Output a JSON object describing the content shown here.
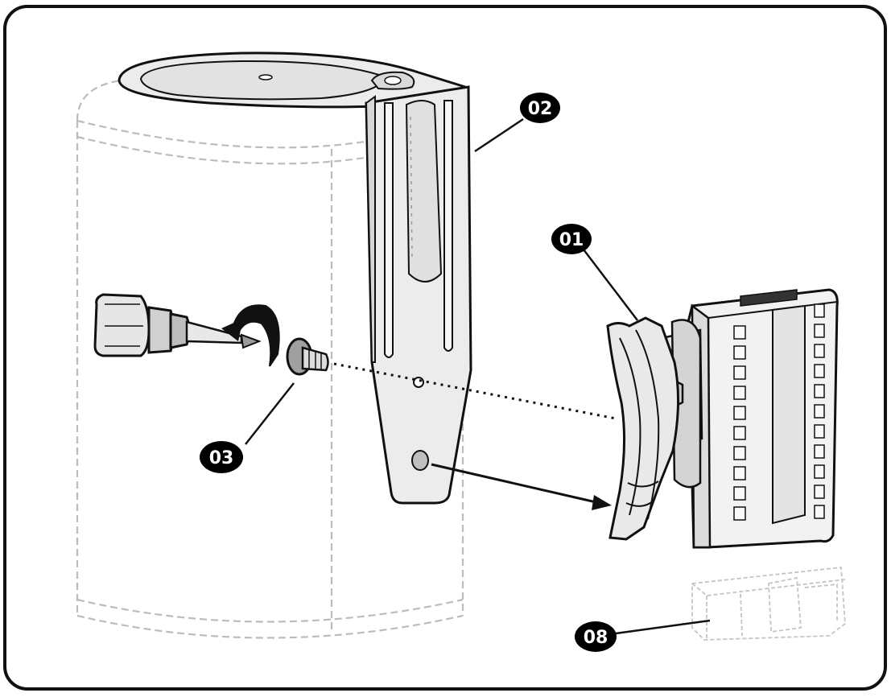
{
  "diagram": {
    "callouts": [
      {
        "id": "callout-01",
        "label": "01"
      },
      {
        "id": "callout-02",
        "label": "02"
      },
      {
        "id": "callout-03",
        "label": "03"
      },
      {
        "id": "callout-08",
        "label": "08"
      }
    ]
  },
  "colors": {
    "ink": "#111111",
    "panel_bg": "#ffffff",
    "part_fill": "#ececec",
    "part_fill_dark": "#d9d9d9",
    "ghost_line": "#bcbcbc",
    "callout_bg": "#000000",
    "callout_text": "#ffffff"
  },
  "icons": [
    "screwdriver-icon",
    "rotation-arrow-icon",
    "screw-icon"
  ]
}
